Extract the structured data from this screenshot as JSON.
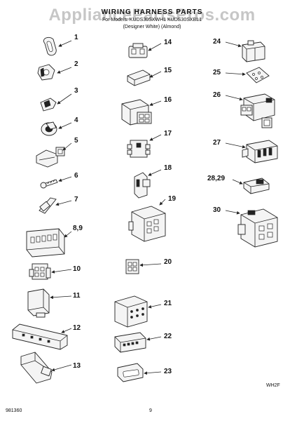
{
  "watermark": "AppliancePartsPros.com",
  "header": {
    "title": "WIRING HARNESS PARTS",
    "subtitle": "For Models: KUDS30SXWH1 KUDS30SXBL1",
    "subtitle2": "(Designer White) (Almond)"
  },
  "callouts": {
    "c1": "1",
    "c2": "2",
    "c3": "3",
    "c4": "4",
    "c5": "5",
    "c6": "6",
    "c7": "7",
    "c8": "8,9",
    "c10": "10",
    "c11": "11",
    "c12": "12",
    "c13": "13",
    "c14": "14",
    "c15": "15",
    "c16": "16",
    "c17": "17",
    "c18": "18",
    "c19": "19",
    "c20": "20",
    "c21": "21",
    "c22": "22",
    "c23": "23",
    "c24": "24",
    "c25": "25",
    "c26": "26",
    "c27": "27",
    "c28": "28,29",
    "c30": "30"
  },
  "footer": {
    "code": "WH2F",
    "docnum": "981360",
    "page": "9"
  }
}
